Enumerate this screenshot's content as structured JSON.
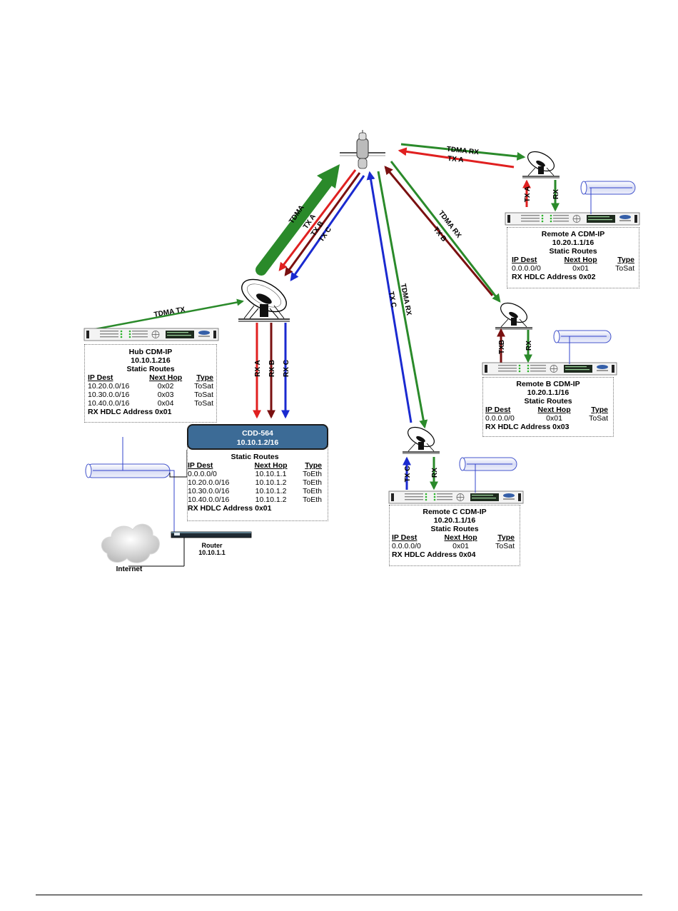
{
  "links": {
    "tdma_tx_hub": "TDMA TX",
    "tdma_uplink": "TDMA",
    "tx_a_hub": "TX A",
    "tx_b_hub": "TX B",
    "tx_c_hub": "TX C",
    "tdma_rx_a": "TDMA RX",
    "tx_a_remote": "TX A",
    "tdma_rx_b": "TDMA RX",
    "tx_b_remote": "TX B",
    "tdma_rx_c": "TDMA RX",
    "tx_c_remote": "TX C",
    "rx_a_down": "RX A",
    "rx_b_down": "RX B",
    "rx_c_down": "RX C",
    "remote_a_tx": "TX A",
    "remote_a_rx": "RX",
    "remote_b_tx": "TXB",
    "remote_b_rx": "RX",
    "remote_c_tx": "TX C",
    "remote_c_rx": "RX"
  },
  "hub": {
    "name": "Hub  CDM-IP",
    "ip": "10.10.1.216",
    "routes_title": "Static Routes",
    "headers": [
      "IP Dest",
      "Next Hop",
      "Type"
    ],
    "rows": [
      [
        "10.20.0.0/16",
        "0x02",
        "ToSat"
      ],
      [
        "10.30.0.0/16",
        "0x03",
        "ToSat"
      ],
      [
        "10.40.0.0/16",
        "0x04",
        "ToSat"
      ]
    ],
    "hdlc": "RX HDLC Address 0x01"
  },
  "cdd": {
    "name": "CDD-564",
    "ip": "10.10.1.2/16",
    "routes_title": "Static Routes",
    "headers": [
      "IP Dest",
      "Next Hop",
      "Type"
    ],
    "rows": [
      [
        "0.0.0.0/0",
        "10.10.1.1",
        "ToEth"
      ],
      [
        "10.20.0.0/16",
        "10.10.1.2",
        "ToEth"
      ],
      [
        "10.30.0.0/16",
        "10.10.1.2",
        "ToEth"
      ],
      [
        "10.40.0.0/16",
        "10.10.1.2",
        "ToEth"
      ]
    ],
    "hdlc": "RX HDLC Address 0x01"
  },
  "remote_a": {
    "name": "Remote A  CDM-IP",
    "ip": "10.20.1.1/16",
    "routes_title": "Static Routes",
    "headers": [
      "IP Dest",
      "Next Hop",
      "Type"
    ],
    "rows": [
      [
        "0.0.0.0/0",
        "0x01",
        "ToSat"
      ]
    ],
    "hdlc": "RX HDLC Address 0x02"
  },
  "remote_b": {
    "name": "Remote B  CDM-IP",
    "ip": "10.20.1.1/16",
    "routes_title": "Static Routes",
    "headers": [
      "IP Dest",
      "Next Hop",
      "Type"
    ],
    "rows": [
      [
        "0.0.0.0/0",
        "0x01",
        "ToSat"
      ]
    ],
    "hdlc": "RX HDLC Address 0x03"
  },
  "remote_c": {
    "name": "Remote C  CDM-IP",
    "ip": "10.20.1.1/16",
    "routes_title": "Static Routes",
    "headers": [
      "IP Dest",
      "Next Hop",
      "Type"
    ],
    "rows": [
      [
        "0.0.0.0/0",
        "0x01",
        "ToSat"
      ]
    ],
    "hdlc": "RX HDLC Address 0x04"
  },
  "router": {
    "label": "Router",
    "ip": "10.10.1.1"
  },
  "internet": {
    "label": "Internet"
  },
  "colors": {
    "tdma": "#2a8a2a",
    "tx_a": "#e02020",
    "tx_b": "#7a1010",
    "tx_c": "#1a2ad0",
    "cdd_fill": "#3c6b96"
  },
  "icons": [
    "satellite-icon",
    "dish-antenna-icon",
    "modem-icon",
    "ethernet-cable-icon",
    "router-icon",
    "cloud-icon"
  ]
}
